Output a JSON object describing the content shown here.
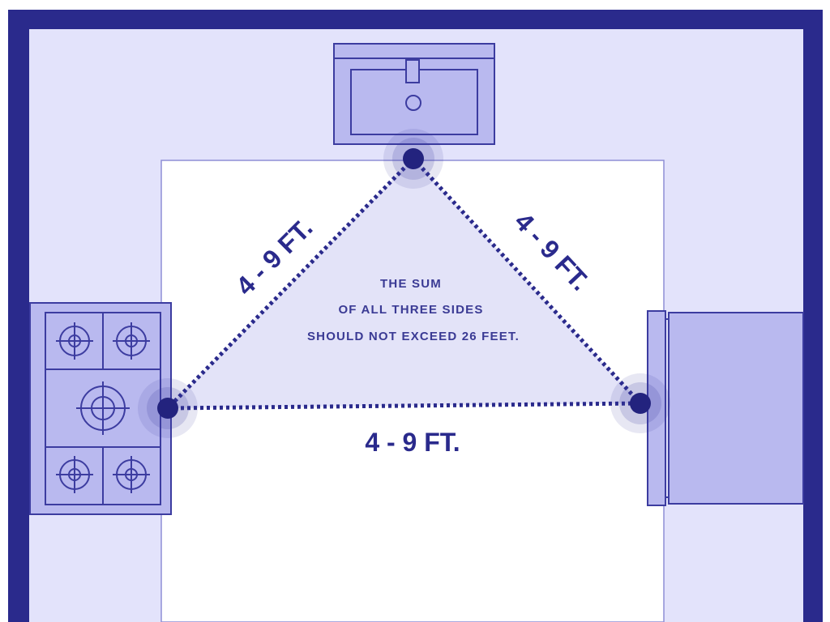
{
  "colors": {
    "wall": "#2a2a8c",
    "counter": "#e3e3fb",
    "floor": "#ffffff",
    "appliance": "#b9b9ef",
    "outline": "#3c3ca0",
    "triangle_fill": "#d9d9f6",
    "label": "#2a2a8c"
  },
  "icons": {
    "sink": "sink-icon",
    "stove": "stove-icon",
    "refrigerator": "refrigerator-icon",
    "point": "work-point-icon"
  },
  "distances": {
    "left_side": "4 - 9 FT.",
    "right_side": "4 - 9 FT.",
    "bottom_side": "4 - 9 FT."
  },
  "note": {
    "line1": "THE SUM",
    "line2": "OF ALL THREE SIDES",
    "line3": "SHOULD NOT EXCEED 26 FEET."
  }
}
